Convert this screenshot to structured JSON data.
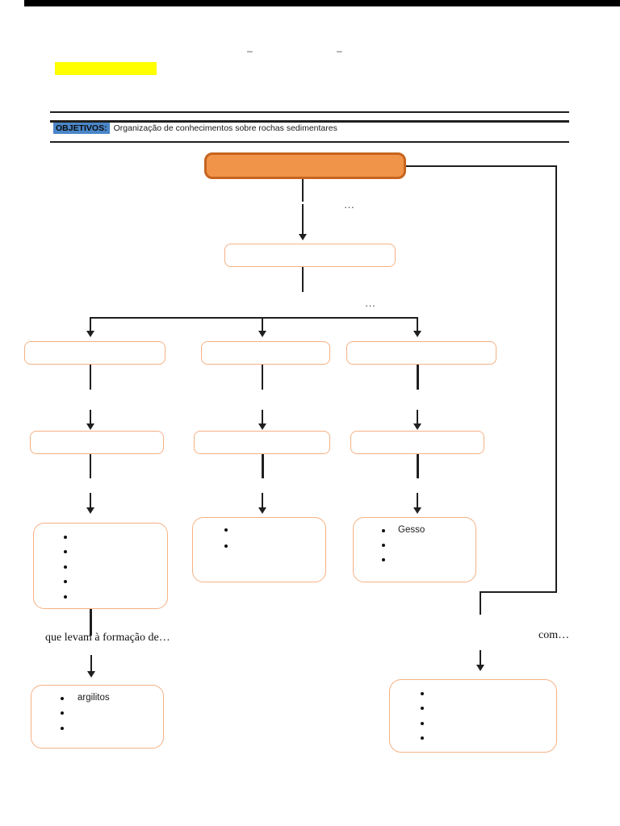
{
  "page": {
    "top_dashes": [
      "–",
      "–"
    ],
    "header": {
      "objetivos_label": "OBJETIVOS:",
      "objetivos_text": "Organização de conhecimentos sobre rochas sedimentares"
    }
  },
  "diagram": {
    "ellipsis_top": "…",
    "ellipsis_mid": "…",
    "caption_left": "que levam à formação de…",
    "caption_right": "com…",
    "boxes": {
      "detail_left": {
        "bullets": [
          "",
          "",
          "",
          "",
          ""
        ]
      },
      "detail_middle": {
        "bullets": [
          "",
          ""
        ]
      },
      "detail_right": {
        "bullets": [
          "Gesso",
          "",
          ""
        ]
      },
      "bottom_left": {
        "bullets": [
          "argilitos",
          "",
          ""
        ]
      },
      "bottom_right": {
        "bullets": [
          "",
          "",
          "",
          ""
        ]
      }
    },
    "colors": {
      "node_fill": "#F0944A",
      "node_border": "#C7641E",
      "box_border": "#F5B183",
      "highlight_blue": "#4A86C8",
      "highlight_yellow": "#FFFF00",
      "line": "#1F1F1F"
    }
  }
}
